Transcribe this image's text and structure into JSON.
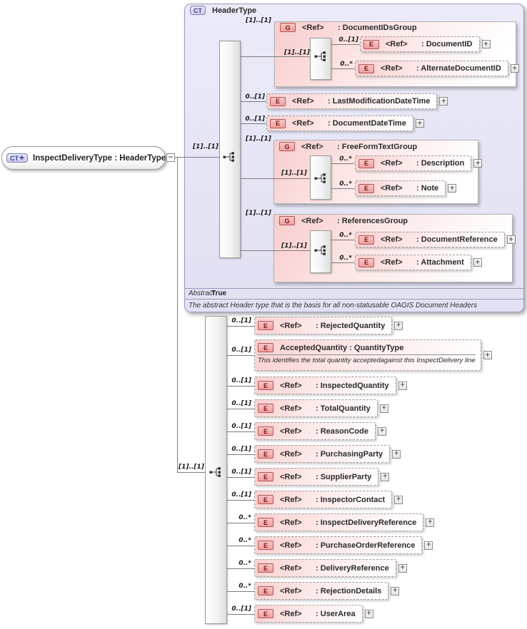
{
  "icons": {
    "collapse": "−",
    "expand": "+",
    "ct_plus": "✚"
  },
  "colors": {
    "header_fill": "#e8e8f6",
    "pink_fill": "#f8cccc",
    "badge_red": "#7d1515",
    "badge_blue": "#3c3c96",
    "line": "#7d7d7d"
  },
  "root": {
    "badge": "CT",
    "label": "InspectDeliveryType : HeaderType"
  },
  "trunk": {
    "header_cardinality": "[1]..[1]",
    "body_cardinality": "[1]..[1]"
  },
  "header": {
    "badge": "CT",
    "title": "HeaderType",
    "abstract_label": "Abstract",
    "abstract_value": "True",
    "description": "The abstract Header type that is the basis for all non-statusable OAGIS Document Headers",
    "groups": [
      {
        "cardinality": "[1]..[1]",
        "badge": "G",
        "ref": "<Ref>",
        "name": ": DocumentIDsGroup",
        "seq_cardinality": "[1]..[1]",
        "children": [
          {
            "cardinality": "0..[1]",
            "badge": "E",
            "ref": "<Ref>",
            "name": ": DocumentID"
          },
          {
            "cardinality": "0..*",
            "badge": "E",
            "ref": "<Ref>",
            "name": ": AlternateDocumentID"
          }
        ]
      },
      {
        "cardinality": "[1]..[1]",
        "badge": "G",
        "ref": "<Ref>",
        "name": ": FreeFormTextGroup",
        "seq_cardinality": "[1]..[1]",
        "children": [
          {
            "cardinality": "0..*",
            "badge": "E",
            "ref": "<Ref>",
            "name": ": Description"
          },
          {
            "cardinality": "0..*",
            "badge": "E",
            "ref": "<Ref>",
            "name": ": Note"
          }
        ]
      },
      {
        "cardinality": "[1]..[1]",
        "badge": "G",
        "ref": "<Ref>",
        "name": ": ReferencesGroup",
        "seq_cardinality": "[1]..[1]",
        "children": [
          {
            "cardinality": "0..*",
            "badge": "E",
            "ref": "<Ref>",
            "name": ": DocumentReference"
          },
          {
            "cardinality": "0..*",
            "badge": "E",
            "ref": "<Ref>",
            "name": ": Attachment"
          }
        ]
      }
    ],
    "elements": [
      {
        "cardinality": "0..[1]",
        "badge": "E",
        "ref": "<Ref>",
        "name": ": LastModificationDateTime"
      },
      {
        "cardinality": "0..[1]",
        "badge": "E",
        "ref": "<Ref>",
        "name": ": DocumentDateTime"
      }
    ]
  },
  "body": {
    "rows": [
      {
        "cardinality": "0..[1]",
        "badge": "E",
        "ref": "<Ref>",
        "name": ": RejectedQuantity"
      },
      {
        "cardinality": "0..[1]",
        "badge": "E",
        "title": "AcceptedQuantity : QuantityType",
        "annotation": "This identifies the total quantity acceptedagainst this InspectDelivery line"
      },
      {
        "cardinality": "0..[1]",
        "badge": "E",
        "ref": "<Ref>",
        "name": ": InspectedQuantity"
      },
      {
        "cardinality": "0..[1]",
        "badge": "E",
        "ref": "<Ref>",
        "name": ": TotalQuantity"
      },
      {
        "cardinality": "0..[1]",
        "badge": "E",
        "ref": "<Ref>",
        "name": ": ReasonCode"
      },
      {
        "cardinality": "0..[1]",
        "badge": "E",
        "ref": "<Ref>",
        "name": ": PurchasingParty"
      },
      {
        "cardinality": "0..[1]",
        "badge": "E",
        "ref": "<Ref>",
        "name": ": SupplierParty"
      },
      {
        "cardinality": "0..[1]",
        "badge": "E",
        "ref": "<Ref>",
        "name": ": InspectorContact"
      },
      {
        "cardinality": "0..*",
        "badge": "E",
        "ref": "<Ref>",
        "name": ": InspectDeliveryReference"
      },
      {
        "cardinality": "0..*",
        "badge": "E",
        "ref": "<Ref>",
        "name": ": PurchaseOrderReference"
      },
      {
        "cardinality": "0..*",
        "badge": "E",
        "ref": "<Ref>",
        "name": ": DeliveryReference"
      },
      {
        "cardinality": "0..*",
        "badge": "E",
        "ref": "<Ref>",
        "name": ": RejectionDetails"
      },
      {
        "cardinality": "0..[1]",
        "badge": "E",
        "ref": "<Ref>",
        "name": ": UserArea"
      }
    ]
  }
}
